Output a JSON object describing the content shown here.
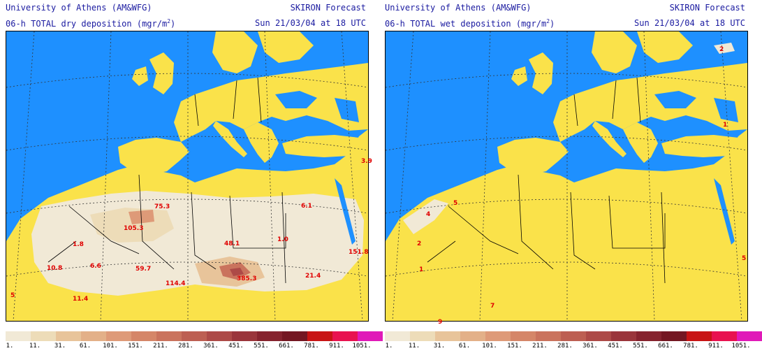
{
  "left_panel": {
    "institution": "University of Athens (AM&WFG)",
    "product": "SKIRON Forecast",
    "field_prefix": "06-h TOTAL dry deposition (mgr/m",
    "field_unit_sup": "2",
    "field_suffix": ")",
    "valid_time": "Sun 21/03/04 at 18 UTC",
    "labels": [
      "75.3",
      "105.3",
      "1.8",
      "6.6",
      "59.7",
      "48.1",
      "114.4",
      "385.3",
      "21.4",
      "6.1",
      "1.0",
      "151.8",
      "3.9",
      "10.8",
      "11.4",
      "5"
    ]
  },
  "right_panel": {
    "institution": "University of Athens (AM&WFG)",
    "product": "SKIRON Forecast",
    "field_prefix": "06-h TOTAL wet deposition (mgr/m",
    "field_unit_sup": "2",
    "field_suffix": ")",
    "valid_time": "Sun 21/03/04 at 18 UTC",
    "labels": [
      "2",
      "1",
      "4",
      "5",
      "2",
      "1",
      "5",
      "7",
      "9"
    ]
  },
  "colorbar": {
    "colors": [
      "#f1e9d6",
      "#eddcb8",
      "#e8c49a",
      "#e3b088",
      "#de9a78",
      "#d58668",
      "#ca735d",
      "#bd5f52",
      "#ad4a47",
      "#9a353b",
      "#86232e",
      "#741722",
      "#c81414",
      "#e8124f",
      "#e019b8"
    ],
    "ticks": [
      "1.",
      "11.",
      "31.",
      "61.",
      "101.",
      "151.",
      "211.",
      "281.",
      "361.",
      "451.",
      "551.",
      "661.",
      "781.",
      "911.",
      "1051."
    ]
  },
  "map_colors": {
    "sea": "#1e90ff",
    "land": "#fae24a",
    "borders": "#000000"
  }
}
